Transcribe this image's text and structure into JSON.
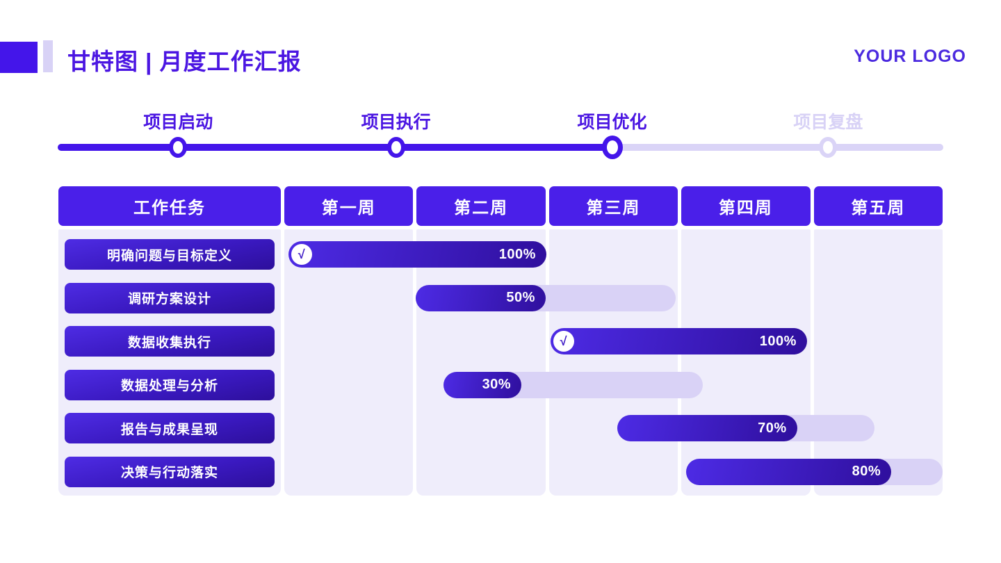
{
  "header": {
    "title": "甘特图 | 月度工作汇报",
    "logo": "YOUR LOGO"
  },
  "timeline": {
    "progress_pct": 62.6,
    "milestones": [
      {
        "label": "项目启动",
        "x_pct": 13.6,
        "state": "done"
      },
      {
        "label": "项目执行",
        "x_pct": 38.2,
        "state": "done"
      },
      {
        "label": "项目优化",
        "x_pct": 62.6,
        "state": "current"
      },
      {
        "label": "项目复盘",
        "x_pct": 87.0,
        "state": "upcoming"
      }
    ]
  },
  "table": {
    "task_column_header": "工作任务",
    "week_columns": [
      "第一周",
      "第二周",
      "第三周",
      "第四周",
      "第五周"
    ]
  },
  "chart_data": {
    "type": "bar",
    "subtype": "gantt",
    "title": "甘特图 | 月度工作汇报",
    "x_axis_weeks": [
      "第一周",
      "第二周",
      "第三周",
      "第四周",
      "第五周"
    ],
    "tasks": [
      {
        "name": "明确问题与目标定义",
        "start_week": 0.03,
        "end_week": 1.99,
        "percent": 100,
        "completed": true
      },
      {
        "name": "调研方案设计",
        "start_week": 1.0,
        "end_week": 2.97,
        "percent": 50,
        "completed": false
      },
      {
        "name": "数据收集执行",
        "start_week": 2.02,
        "end_week": 3.97,
        "percent": 100,
        "completed": true
      },
      {
        "name": "数据处理与分析",
        "start_week": 1.21,
        "end_week": 3.18,
        "percent": 30,
        "completed": false
      },
      {
        "name": "报告与成果呈现",
        "start_week": 2.53,
        "end_week": 4.48,
        "percent": 70,
        "completed": false
      },
      {
        "name": "决策与行动落实",
        "start_week": 3.05,
        "end_week": 5.0,
        "percent": 80,
        "completed": false
      }
    ]
  },
  "icons": {
    "check": "√"
  },
  "colors": {
    "accent": "#4415EA",
    "accent_light": "#D9D2F6",
    "column_bg": "#EFEDFB",
    "bar_gradient_start": "#4D2BE5",
    "bar_gradient_end": "#2F0F9D",
    "text_on_dark": "#FFFFFF"
  }
}
